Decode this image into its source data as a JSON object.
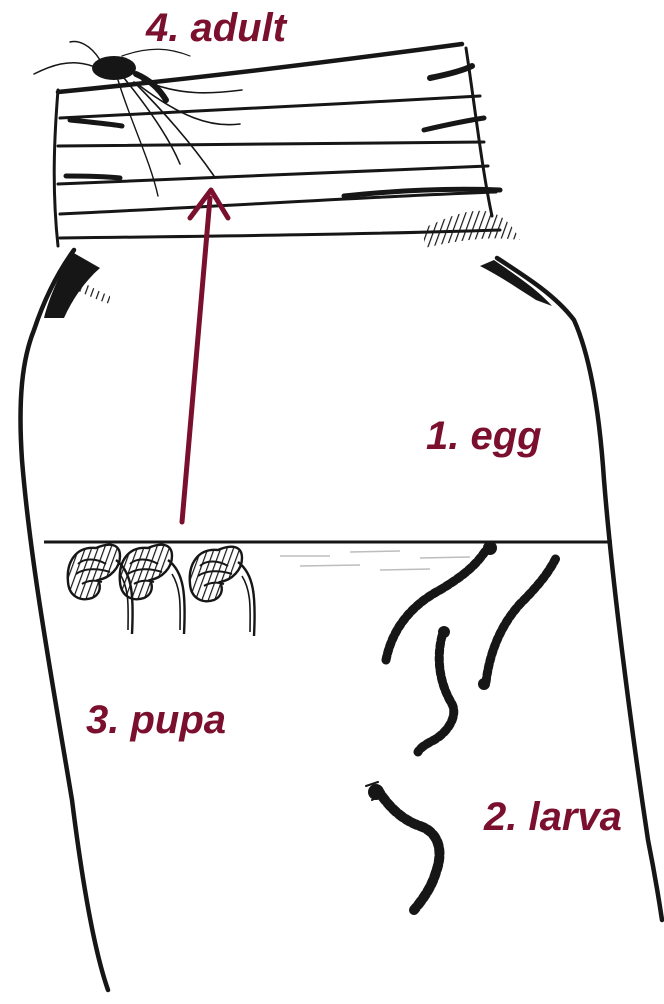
{
  "labels": {
    "adult": "4. adult",
    "egg": "1. egg",
    "pupa": "3. pupa",
    "larva": "2. larva"
  },
  "colors": {
    "label": "#7a0f2e",
    "ink": "#161616",
    "arrow": "#7a0f2e",
    "water": "#bdbdbd"
  },
  "icons": {
    "adult": "mosquito-icon",
    "pupa": "pupa-icon",
    "larva": "larva-icon",
    "container": "jar-icon"
  }
}
